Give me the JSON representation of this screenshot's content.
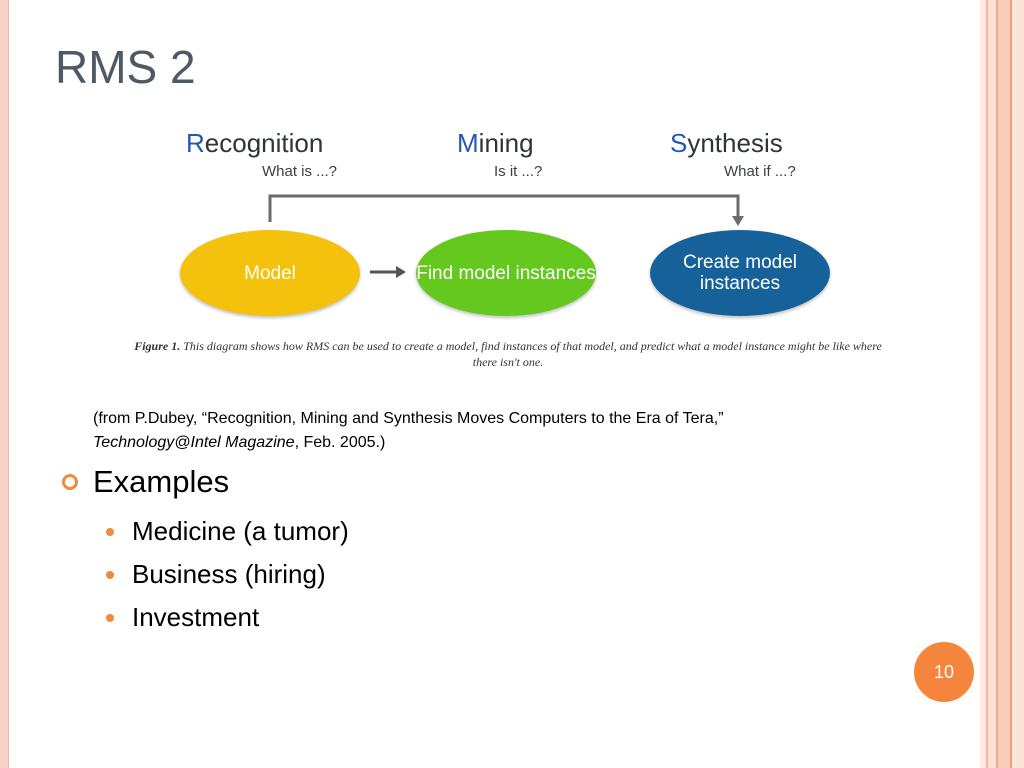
{
  "slide": {
    "title": "RMS 2",
    "page_number": "10"
  },
  "figure": {
    "stages": [
      {
        "initial": "R",
        "rest": "ecognition",
        "subtitle": "What is ...?"
      },
      {
        "initial": "M",
        "rest": "ining",
        "subtitle": "Is it ...?"
      },
      {
        "initial": "S",
        "rest": "ynthesis",
        "subtitle": "What if ...?"
      }
    ],
    "nodes": [
      {
        "label": "Model",
        "color": "#f4c20d"
      },
      {
        "label": "Find model instances",
        "color": "#64c81e"
      },
      {
        "label": "Create model instances",
        "color": "#17619a"
      }
    ],
    "caption_label": "Figure 1.",
    "caption_text": "This diagram shows how RMS can be used to create a model, find instances of that model, and predict what a model instance might be like where there isn't one."
  },
  "citation": {
    "line1": "(from P.Dubey, “Recognition, Mining and Synthesis Moves Computers to the Era of Tera,”",
    "magazine": "Technology@Intel Magazine",
    "tail": ", Feb. 2005.)"
  },
  "bullets": {
    "heading": "Examples",
    "items": [
      "Medicine (a tumor)",
      "Business (hiring)",
      "Investment"
    ]
  },
  "colors": {
    "accent": "#f08b3c",
    "initial_blue": "#2457b3",
    "title_gray": "#4d5a66"
  }
}
